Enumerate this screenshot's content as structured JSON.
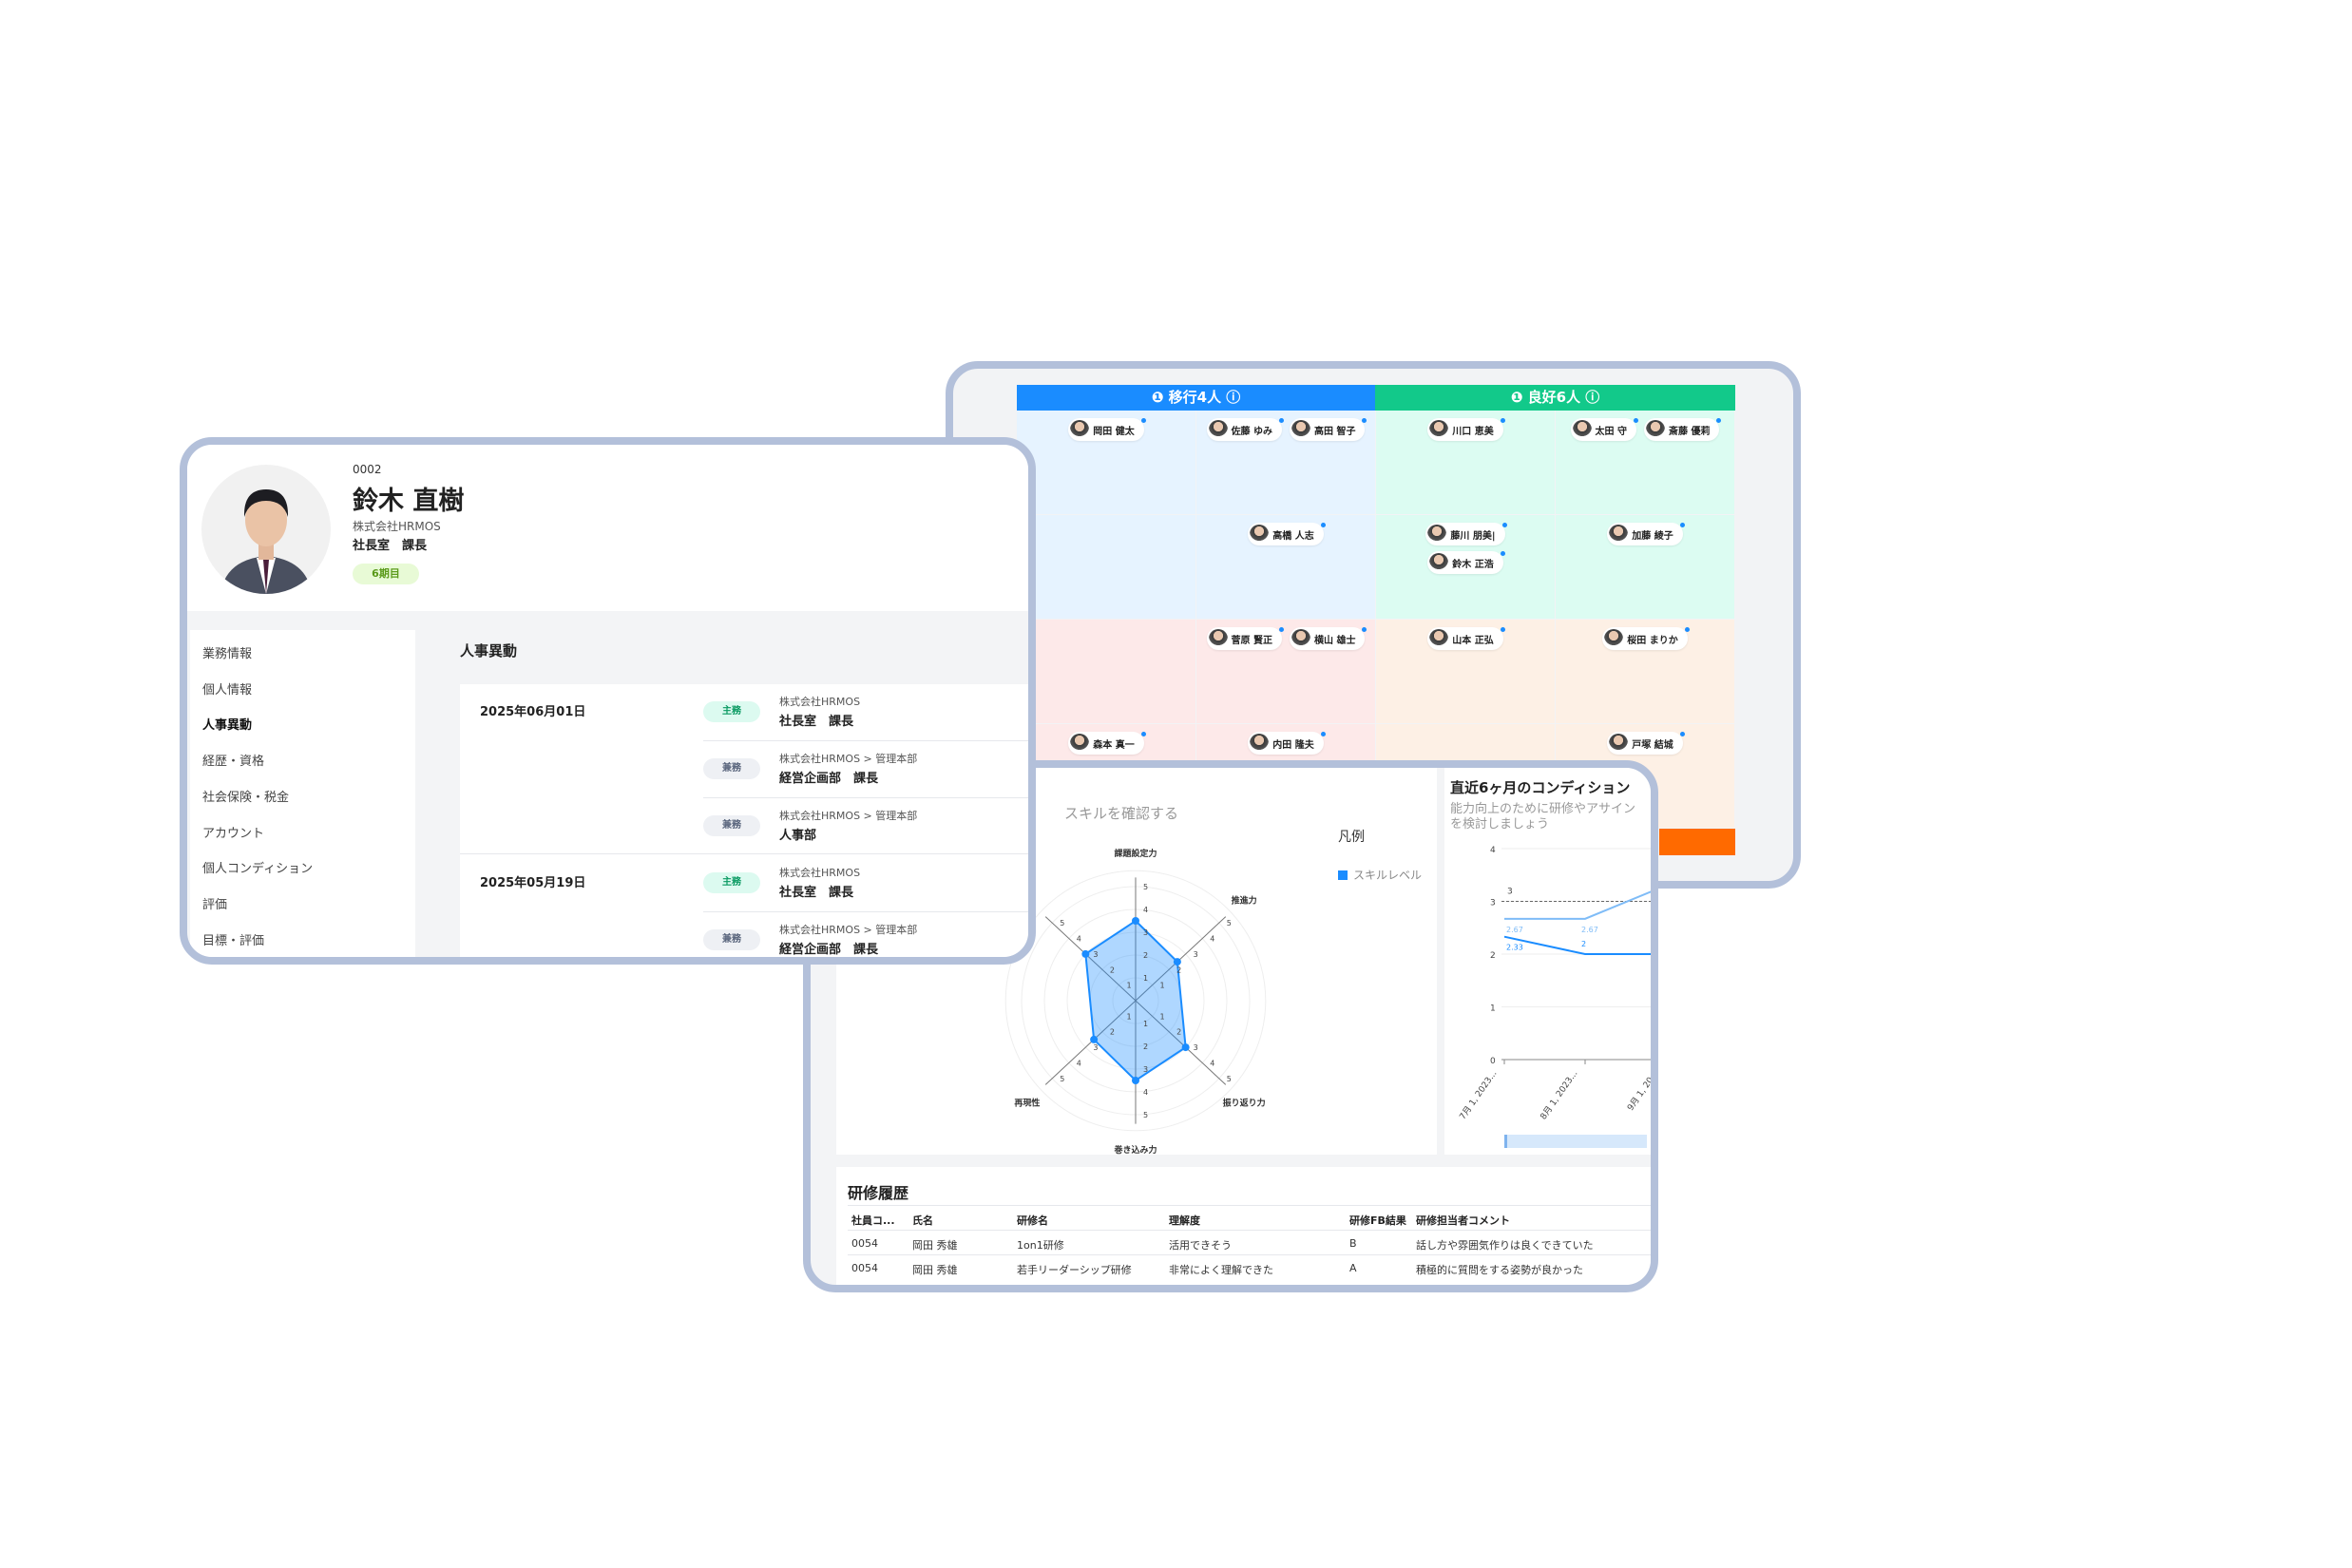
{
  "profile": {
    "employee_no": "0002",
    "name": "鈴木 直樹",
    "company": "株式会社HRMOS",
    "dept": "社長室　課長",
    "badge": "6期目",
    "sidebar": [
      "業務情報",
      "個人情報",
      "人事異動",
      "経歴・資格",
      "社会保険・税金",
      "アカウント",
      "個人コンディション",
      "評価",
      "目標・評価"
    ],
    "active_item": "人事異動",
    "section_title": "人事異動",
    "groups": [
      {
        "date": "2025年06月01日",
        "entries": [
          {
            "type": "主務",
            "org": "株式会社HRMOS",
            "pos": "社長室　課長"
          },
          {
            "type": "兼務",
            "org": "株式会社HRMOS > 管理本部",
            "pos": "経営企画部　課長"
          },
          {
            "type": "兼務",
            "org": "株式会社HRMOS > 管理本部",
            "pos": "人事部"
          }
        ]
      },
      {
        "date": "2025年05月19日",
        "entries": [
          {
            "type": "主務",
            "org": "株式会社HRMOS",
            "pos": "社長室　課長"
          },
          {
            "type": "兼務",
            "org": "株式会社HRMOS > 管理本部",
            "pos": "経営企画部　課長"
          }
        ]
      }
    ]
  },
  "ninebox": {
    "headers": [
      {
        "label": "❶ 移行4人 ⓘ",
        "color": "#1a8cff"
      },
      {
        "label": "❶ 良好6人 ⓘ",
        "color": "#12c98a"
      }
    ],
    "cells": [
      [
        [
          "岡田 健太"
        ],
        [
          "佐藤 ゆみ",
          "高田 智子"
        ],
        [
          "川口 恵美"
        ],
        [
          "太田 守",
          "斎藤 優莉"
        ]
      ],
      [
        [],
        [
          "高橋 人志"
        ],
        [
          "藤川 朋美|",
          "鈴木 正浩"
        ],
        [
          "加藤 綾子"
        ]
      ],
      [
        [],
        [
          "菅原 賢正",
          "横山 雄士"
        ],
        [
          "山本 正弘"
        ],
        [
          "桜田 まりか"
        ]
      ],
      [
        [
          "森本 真一"
        ],
        [
          "内田 隆夫"
        ],
        [],
        [
          "戸塚 結城"
        ]
      ]
    ],
    "colors": {
      "blue": "#e6f3ff",
      "mint": "#dcfcf2",
      "pink": "#fde9e9",
      "peach": "#fdf0e5",
      "orange": "#ff6a00"
    }
  },
  "radar": {
    "hint": "スキルを確認する",
    "legend_title": "凡例",
    "legend_item": "スキルレベル",
    "color": "#1a8cff",
    "axes": [
      "課題設定力",
      "推進力",
      "振り返り力",
      "巻き込み力",
      "再現性",
      ""
    ],
    "values": [
      3.5,
      2.5,
      3,
      3.5,
      2.5,
      3
    ],
    "max": 5
  },
  "condition": {
    "title": "直近6ヶ月のコンディション",
    "subtitle": "能力向上のために研修やアサインを検討しましょう",
    "y_ticks": [
      "0",
      "1",
      "2",
      "3",
      "4"
    ],
    "x_labels": [
      "7月 1, 2023...",
      "8月 1, 2023...",
      "9月 1, 20..."
    ],
    "avg": 3,
    "series_light": [
      2.67,
      2.67,
      3.3
    ],
    "series_dark": [
      2.33,
      2,
      2
    ],
    "labels_light": [
      "2.67",
      "2.67"
    ],
    "labels_dark": [
      "2.33",
      "2"
    ],
    "avg_label": "3"
  },
  "training": {
    "title": "研修履歴",
    "columns": [
      "社員コ...",
      "氏名",
      "研修名",
      "理解度",
      "研修FB結果",
      "研修担当者コメント"
    ],
    "rows": [
      [
        "0054",
        "岡田 秀雄",
        "1on1研修",
        "活用できそう",
        "B",
        "話し方や雰囲気作りは良くできていた"
      ],
      [
        "0054",
        "岡田 秀雄",
        "若手リーダーシップ研修",
        "非常によく理解できた",
        "A",
        "積極的に質問をする姿勢が良かった"
      ]
    ]
  }
}
